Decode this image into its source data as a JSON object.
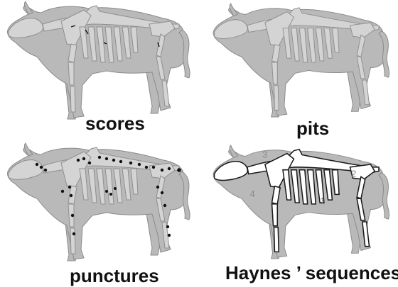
{
  "panels": [
    {
      "id": "scores",
      "label": "scores"
    },
    {
      "id": "pits",
      "label": "pits"
    },
    {
      "id": "punctures",
      "label": "punctures"
    },
    {
      "id": "haynes",
      "label": "Haynes ’ sequences"
    }
  ],
  "sequence_numbers": [
    "1",
    "2",
    "3",
    "4"
  ],
  "colors": {
    "body_fill": "#b9b9b9",
    "body_stroke": "#8a8a8a",
    "bone_fill": "#d4d4d4",
    "bone_stroke": "#8f8f8f",
    "haynes_bone_fill": "#ffffff",
    "haynes_bone_stroke": "#1a1a1a",
    "mark_color": "#111111",
    "sequence_number_color": "#8a8a8a",
    "label_color": "#111111"
  }
}
